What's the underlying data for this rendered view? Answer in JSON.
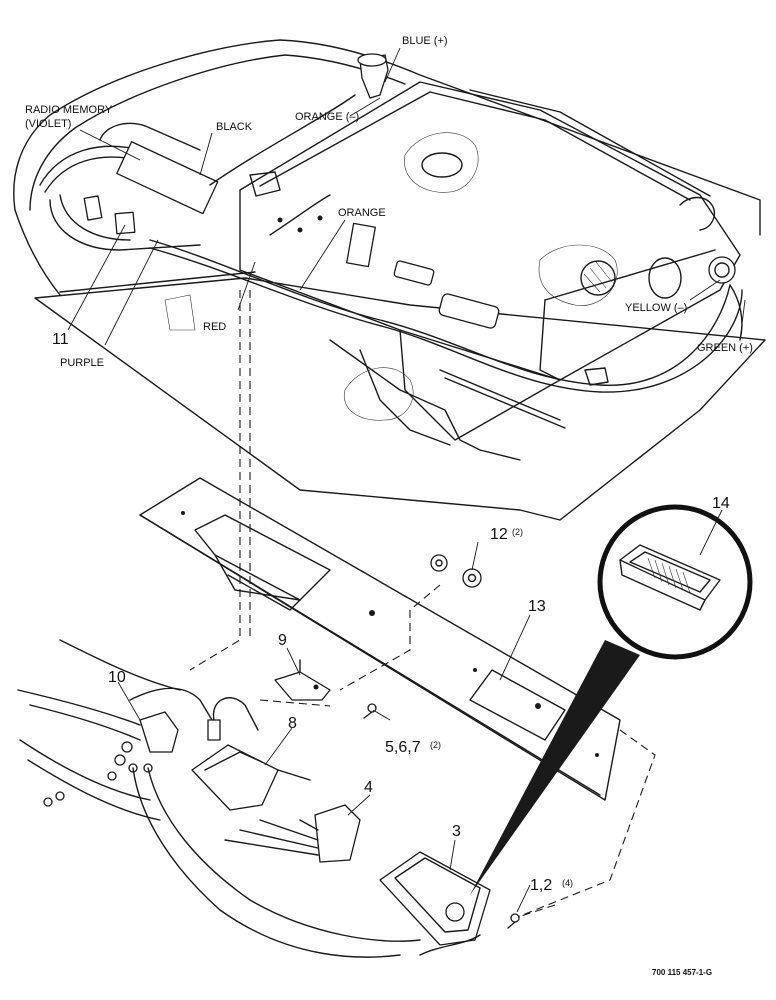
{
  "labels": {
    "blue_plus": "BLUE (+)",
    "orange_minus": "ORANGE (–)",
    "radio_memory": "RADIO MEMORY",
    "violet": "(VIOLET)",
    "black": "BLACK",
    "orange": "ORANGE",
    "red": "RED",
    "purple": "PURPLE",
    "yellow_minus": "YELLOW (–)",
    "green_plus": "GREEN (+)"
  },
  "callouts": {
    "c11": "11",
    "c12": "12",
    "c12_qty": "(2)",
    "c13": "13",
    "c14": "14",
    "c10": "10",
    "c9": "9",
    "c8": "8",
    "c567": "5,6,7",
    "c567_qty": "(2)",
    "c4": "4",
    "c3": "3",
    "c12b": "1,2",
    "c12b_qty": "(4)"
  },
  "drawing_number": "700 115 457-1-G"
}
